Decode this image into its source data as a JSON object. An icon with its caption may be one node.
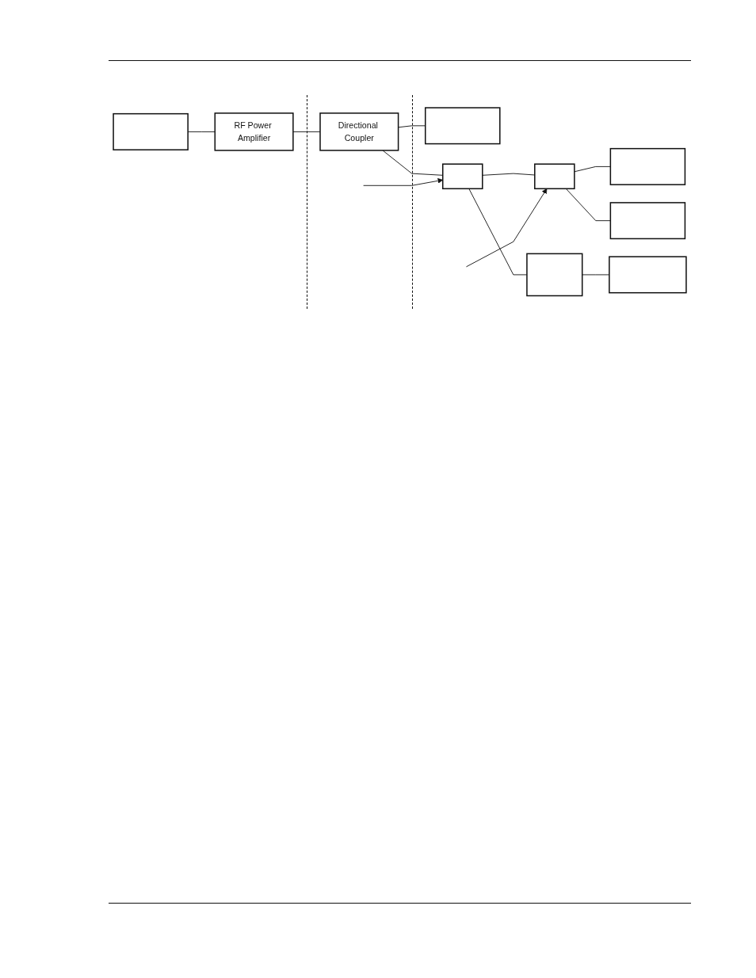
{
  "diagram": {
    "nodes": [
      {
        "text": [],
        "shape": "box"
      },
      {
        "text": [
          "RF Power Amplifier"
        ]
      },
      {
        "text": [
          "Directional Coupler"
        ]
      },
      {
        "text": [],
        "shape": "box"
      },
      {
        "text": [],
        "shape": "box"
      },
      {
        "text": [],
        "shape": "box"
      },
      {
        "text": [],
        "shape": "box"
      },
      {
        "text": [],
        "shape": "box"
      },
      {
        "text": [],
        "shape": "box"
      },
      {
        "text": [],
        "shape": "box"
      }
    ],
    "edges": [
      {
        "from": 0,
        "to": 1,
        "arrow": "none"
      },
      {
        "from": 1,
        "to": 2,
        "arrow": "none"
      },
      {
        "from": 2,
        "to": 3,
        "arrow": "none"
      },
      {
        "from": 2,
        "to": 6,
        "arrow": "none"
      },
      {
        "from": 6,
        "to": 5,
        "arrow": "none"
      },
      {
        "from": 5,
        "to": 4,
        "arrow": "none"
      },
      {
        "from": 5,
        "to": 8,
        "arrow": "none"
      },
      {
        "from": 6,
        "to": 7,
        "arrow": "none"
      },
      {
        "from": 7,
        "to": 9,
        "arrow": "none"
      },
      {
        "from": null,
        "to": 5,
        "arrow": "to"
      },
      {
        "from": null,
        "to": 6,
        "arrow": "to"
      }
    ]
  }
}
